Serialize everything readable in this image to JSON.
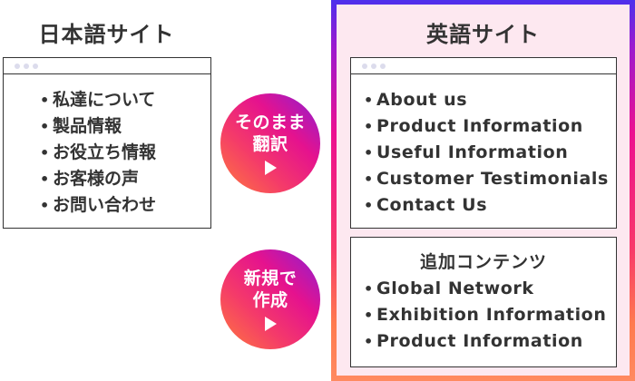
{
  "left": {
    "title": "日本語サイト",
    "items": [
      "私達について",
      "製品情報",
      "お役立ち情報",
      "お客様の声",
      "お問い合わせ"
    ]
  },
  "arrows": [
    {
      "lines": [
        "そのまま",
        "翻訳"
      ],
      "icon": "play-icon"
    },
    {
      "lines": [
        "新規で",
        "作成"
      ],
      "icon": "play-icon"
    }
  ],
  "right": {
    "title": "英語サイト",
    "items": [
      "About us",
      "Product Information",
      "Useful Information",
      "Customer Testimonials",
      "Contact Us"
    ],
    "additional": {
      "title": "追加コンテンツ",
      "items": [
        "Global Network",
        "Exhibition Information",
        "Product Information"
      ]
    }
  },
  "bullet": "•",
  "colors": {
    "frame_gradient": [
      "#4d30ec",
      "#ec1090",
      "#ff8a60"
    ],
    "panel_bg": "#fde8f0",
    "text": "#333333"
  }
}
